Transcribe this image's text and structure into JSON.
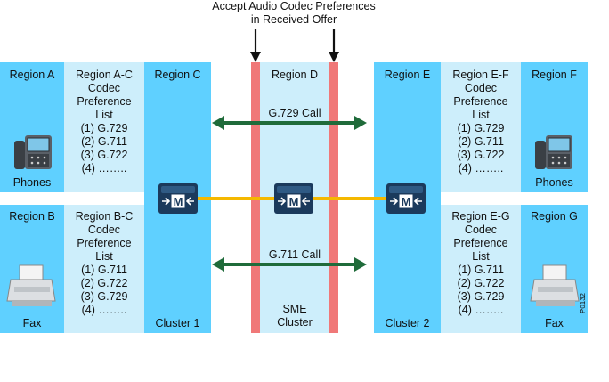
{
  "header": {
    "line1": "Accept Audio Codec Preferences",
    "line2": "in Received Offer"
  },
  "regions": {
    "a": "Region A",
    "b": "Region B",
    "c": "Region C",
    "d": "Region D",
    "e": "Region E",
    "f": "Region F",
    "g": "Region G"
  },
  "preferences": {
    "ac": {
      "title": [
        "Region A-C",
        "Codec",
        "Preference",
        "List"
      ],
      "items": [
        "(1) G.729",
        "(2) G.711",
        "(3) G.722",
        "(4) …….."
      ]
    },
    "bc": {
      "title": [
        "Region B-C",
        "Codec",
        "Preference",
        "List"
      ],
      "items": [
        "(1) G.711",
        "(2) G.722",
        "(3) G.729",
        "(4) …….."
      ]
    },
    "ef": {
      "title": [
        "Region E-F",
        "Codec",
        "Preference",
        "List"
      ],
      "items": [
        "(1) G.729",
        "(2) G.711",
        "(3) G.722",
        "(4) …….."
      ]
    },
    "eg": {
      "title": [
        "Region E-G",
        "Codec",
        "Preference",
        "List"
      ],
      "items": [
        "(1) G.711",
        "(2) G.722",
        "(3) G.729",
        "(4) …….."
      ]
    }
  },
  "devices": {
    "phones_left": "Phones",
    "fax_left": "Fax",
    "phones_right": "Phones",
    "fax_right": "Fax"
  },
  "clusters": {
    "cluster1": "Cluster 1",
    "sme_line1": "SME",
    "sme_line2": "Cluster",
    "cluster2": "Cluster 2"
  },
  "calls": {
    "top": "G.729 Call",
    "bottom": "G.711 Call"
  },
  "figure_id": "P0132",
  "colors": {
    "region_dark": "#5fd0ff",
    "region_light": "#cdeefb",
    "red_bar": "#f07878",
    "call_arrow": "#1f6b3a",
    "trunk": "#f5b800",
    "router": "#1b3a5c"
  }
}
